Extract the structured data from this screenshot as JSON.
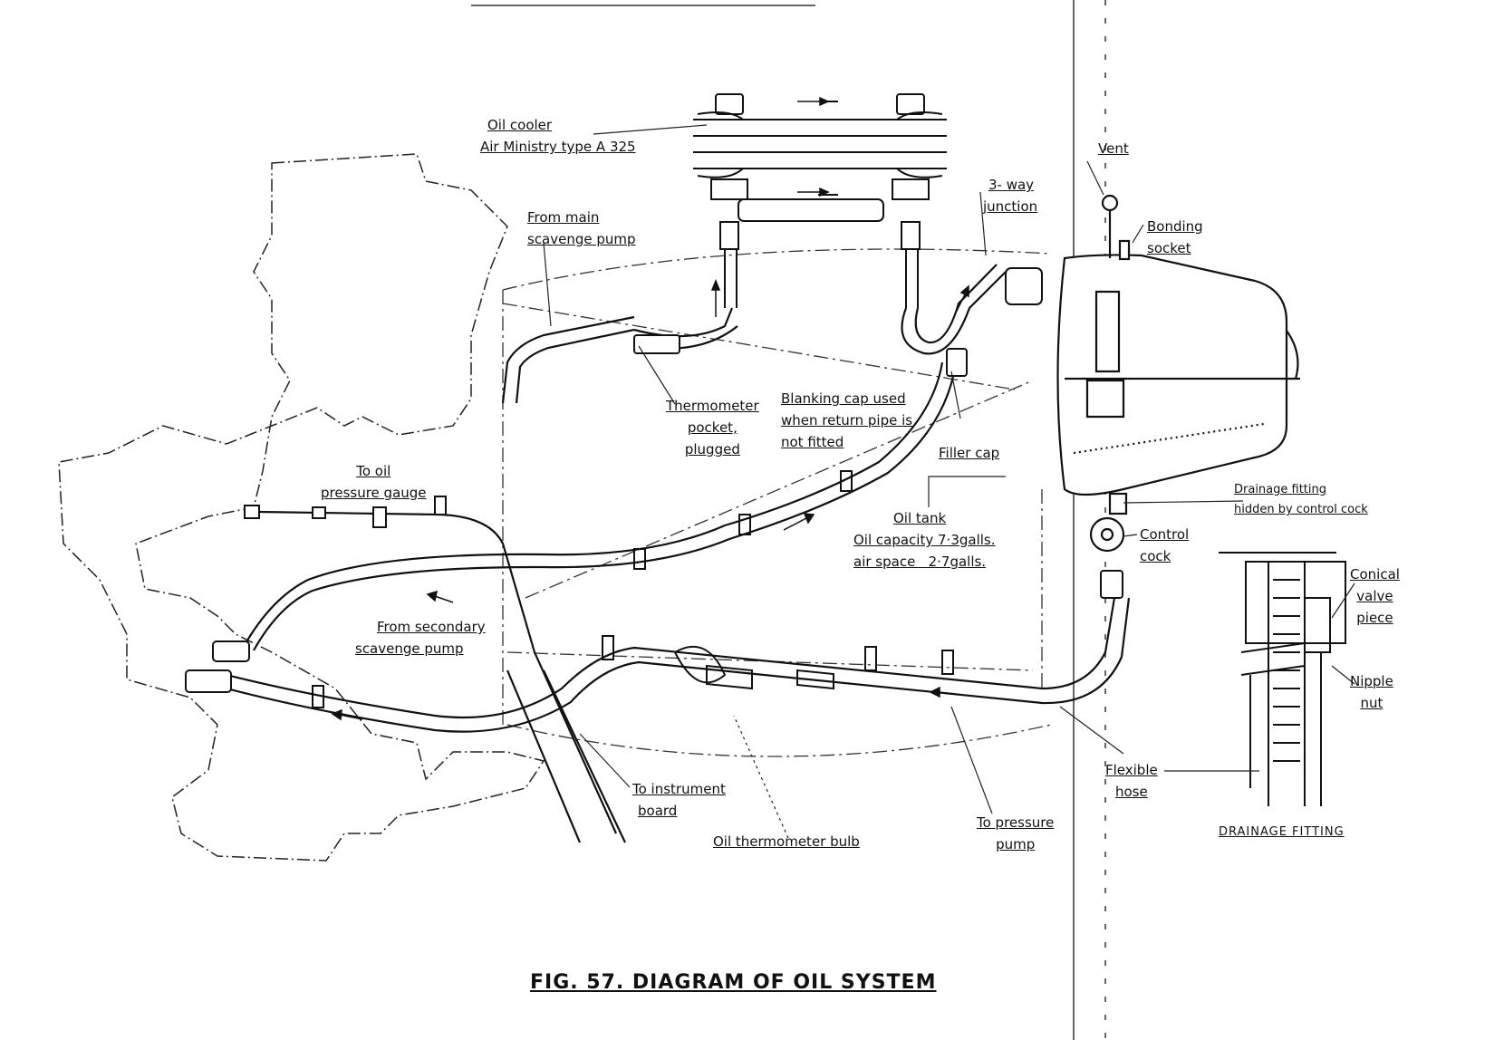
{
  "figure": {
    "caption": "FIG. 57. DIAGRAM OF OIL SYSTEM"
  },
  "labels": {
    "oil_cooler": [
      "Oil cooler",
      "Air Ministry type A 325"
    ],
    "from_main_scavenge": [
      "From main",
      "scavenge pump"
    ],
    "three_way_junction": [
      "3- way",
      "junction"
    ],
    "vent": "Vent",
    "bonding_socket": [
      "Bonding",
      "socket"
    ],
    "thermometer_pocket": [
      "Thermometer",
      "pocket,",
      "plugged"
    ],
    "blanking_cap": [
      "Blanking cap used",
      "when return pipe is",
      "not fitted"
    ],
    "filler_cap": "Filler cap",
    "to_oil_pressure_gauge": [
      "To oil",
      "pressure gauge"
    ],
    "oil_tank": [
      "Oil tank",
      "Oil capacity 7·3galls.",
      "air space   2·7galls."
    ],
    "drainage_fitting_hidden": [
      "Drainage fitting",
      "hidden by control cock"
    ],
    "control_cock": [
      "Control",
      "cock"
    ],
    "conical_valve_piece": [
      "Conical",
      "valve",
      "piece"
    ],
    "nipple_nut": [
      "Nipple",
      "nut"
    ],
    "from_secondary_scavenge": [
      "From secondary",
      "scavenge pump"
    ],
    "flexible_hose": [
      "Flexible",
      "hose"
    ],
    "to_instrument_board": [
      "To instrument",
      "board"
    ],
    "oil_thermometer_bulb": "Oil thermometer bulb",
    "to_pressure_pump": [
      "To pressure",
      "pump"
    ],
    "drainage_fitting_caption": "DRAINAGE FITTING"
  }
}
